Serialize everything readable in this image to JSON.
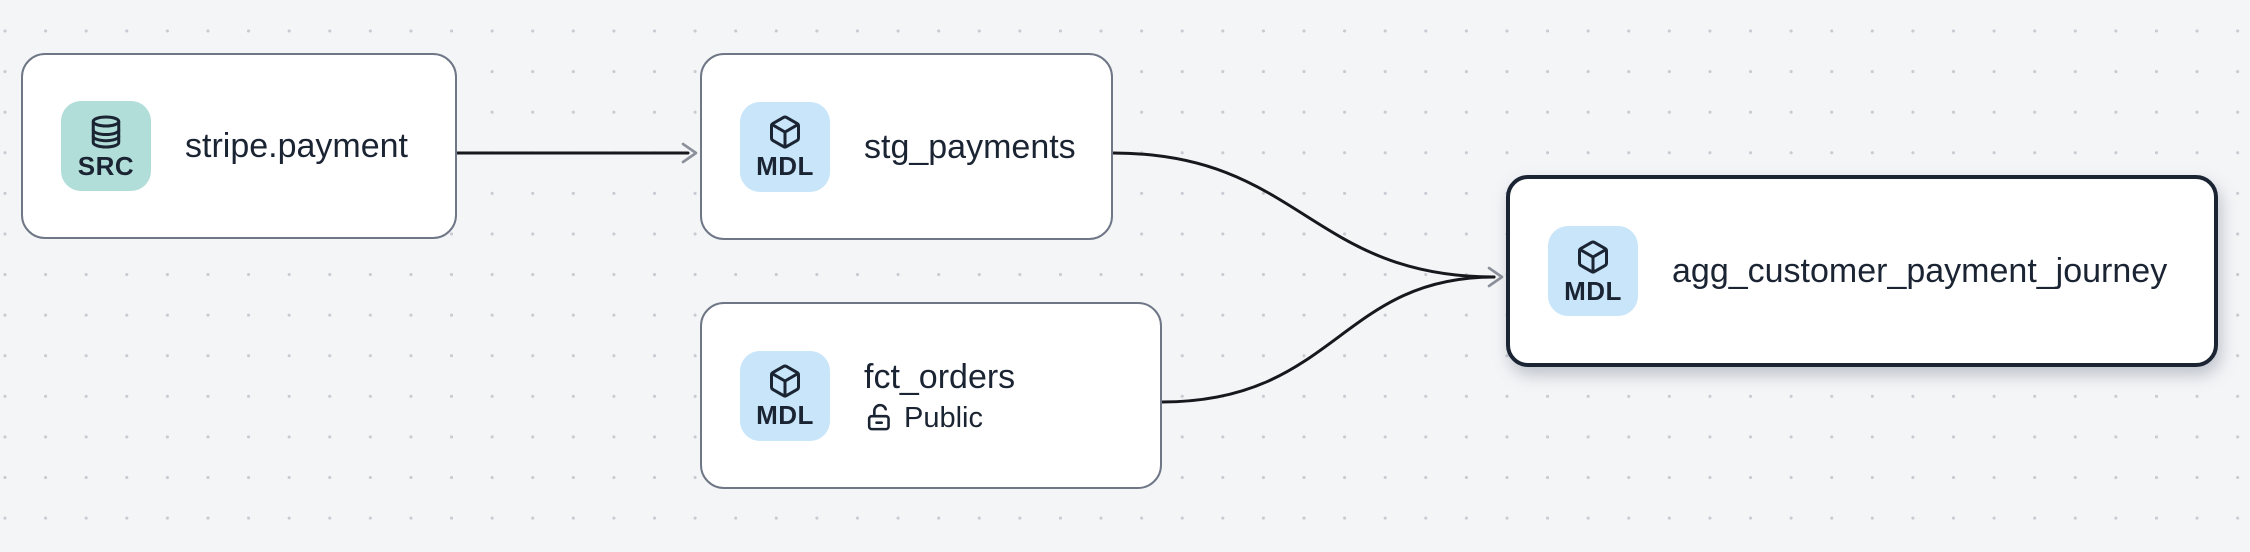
{
  "canvas": {
    "type": "lineage-graph",
    "background": "#f4f5f7",
    "grid_dot_color": "#c7cbd2"
  },
  "colors": {
    "background": "#f4f5f7",
    "grid_dot": "#c7cbd2",
    "node_bg": "#ffffff",
    "node_border": "#6f7787",
    "selected_border": "#1b2433",
    "text": "#1b2433",
    "badge_source_bg": "#b2ded9",
    "badge_model_bg": "#c8e5f9",
    "edge_line": "#16181d",
    "arrowhead": "#8b909a"
  },
  "nodes": [
    {
      "title": "stripe.payment",
      "badge": "SRC",
      "kind": "source",
      "icon": "database-icon",
      "selected": false
    },
    {
      "title": "stg_payments",
      "badge": "MDL",
      "kind": "model",
      "icon": "cube-icon",
      "selected": false
    },
    {
      "title": "fct_orders",
      "badge": "MDL",
      "kind": "model",
      "icon": "cube-icon",
      "access": "Public",
      "access_icon": "unlock-icon",
      "selected": false
    },
    {
      "title": "agg_customer_payment_journey",
      "badge": "MDL",
      "kind": "model",
      "icon": "cube-icon",
      "selected": true
    }
  ],
  "edges": [
    {
      "from": "stripe.payment",
      "to": "stg_payments"
    },
    {
      "from": "stg_payments",
      "to": "agg_customer_payment_journey"
    },
    {
      "from": "fct_orders",
      "to": "agg_customer_payment_journey"
    }
  ]
}
